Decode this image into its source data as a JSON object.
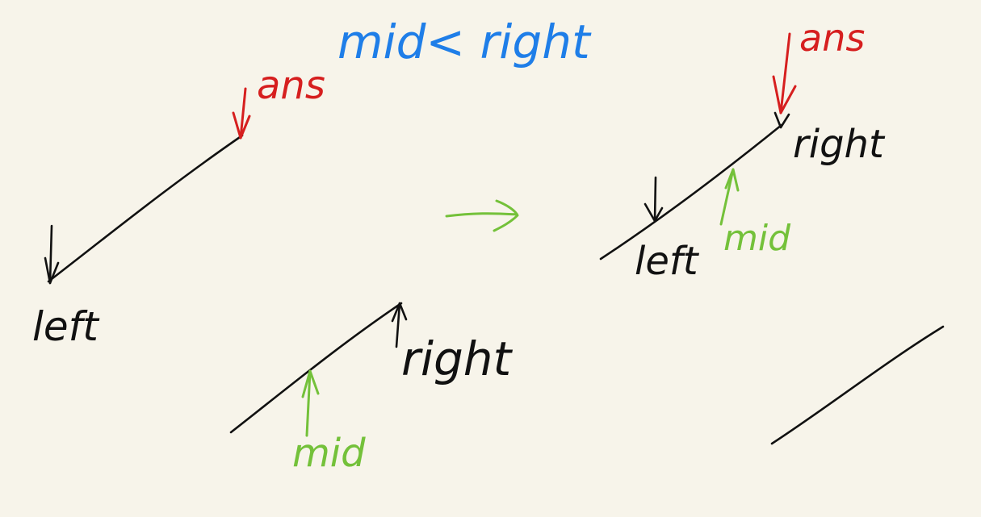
{
  "colors": {
    "background": "#f7f4ea",
    "black": "#111111",
    "red": "#d61f1f",
    "blue": "#1f7ee8",
    "green": "#74c13a"
  },
  "labels": {
    "condition": "mid< right",
    "ans_left": "ans",
    "ans_right": "ans",
    "left_left": "left",
    "left_right": "left",
    "right_bottom": "right",
    "right_right": "right",
    "mid_bottom": "mid",
    "mid_right": "mid"
  }
}
